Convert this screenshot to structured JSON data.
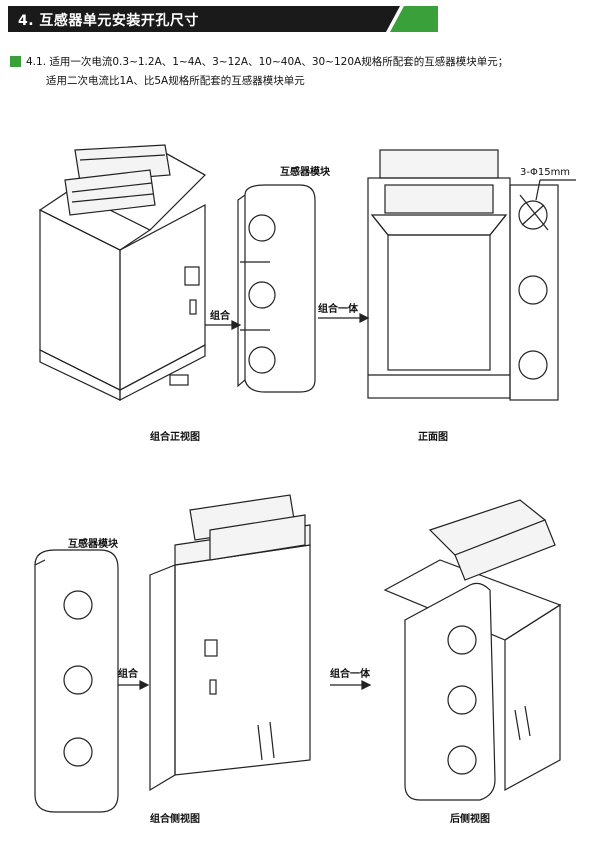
{
  "section": {
    "title": "4. 互感器单元安装开孔尺寸",
    "colors": {
      "accent": "#3aa13a",
      "header_bg": "#1a1a1a"
    }
  },
  "spec": {
    "line1": "4.1. 适用一次电流0.3~1.2A、1~4A、3~12A、10~40A、30~120A规格所配套的互感器模块单元；",
    "line2": "适用二次电流比1A、比5A规格所配套的互感器模块单元"
  },
  "top_row": {
    "callout_module": "互感器模块",
    "arrow_combine": "组合",
    "arrow_integrated": "组合一体",
    "dimension": "3-Φ15mm",
    "caption_left": "组合正视图",
    "caption_right": "正面图"
  },
  "bottom_row": {
    "callout_module": "互感器模块",
    "arrow_combine": "组合",
    "arrow_integrated": "组合一体",
    "caption_left": "组合侧视图",
    "caption_right": "后侧视图"
  }
}
